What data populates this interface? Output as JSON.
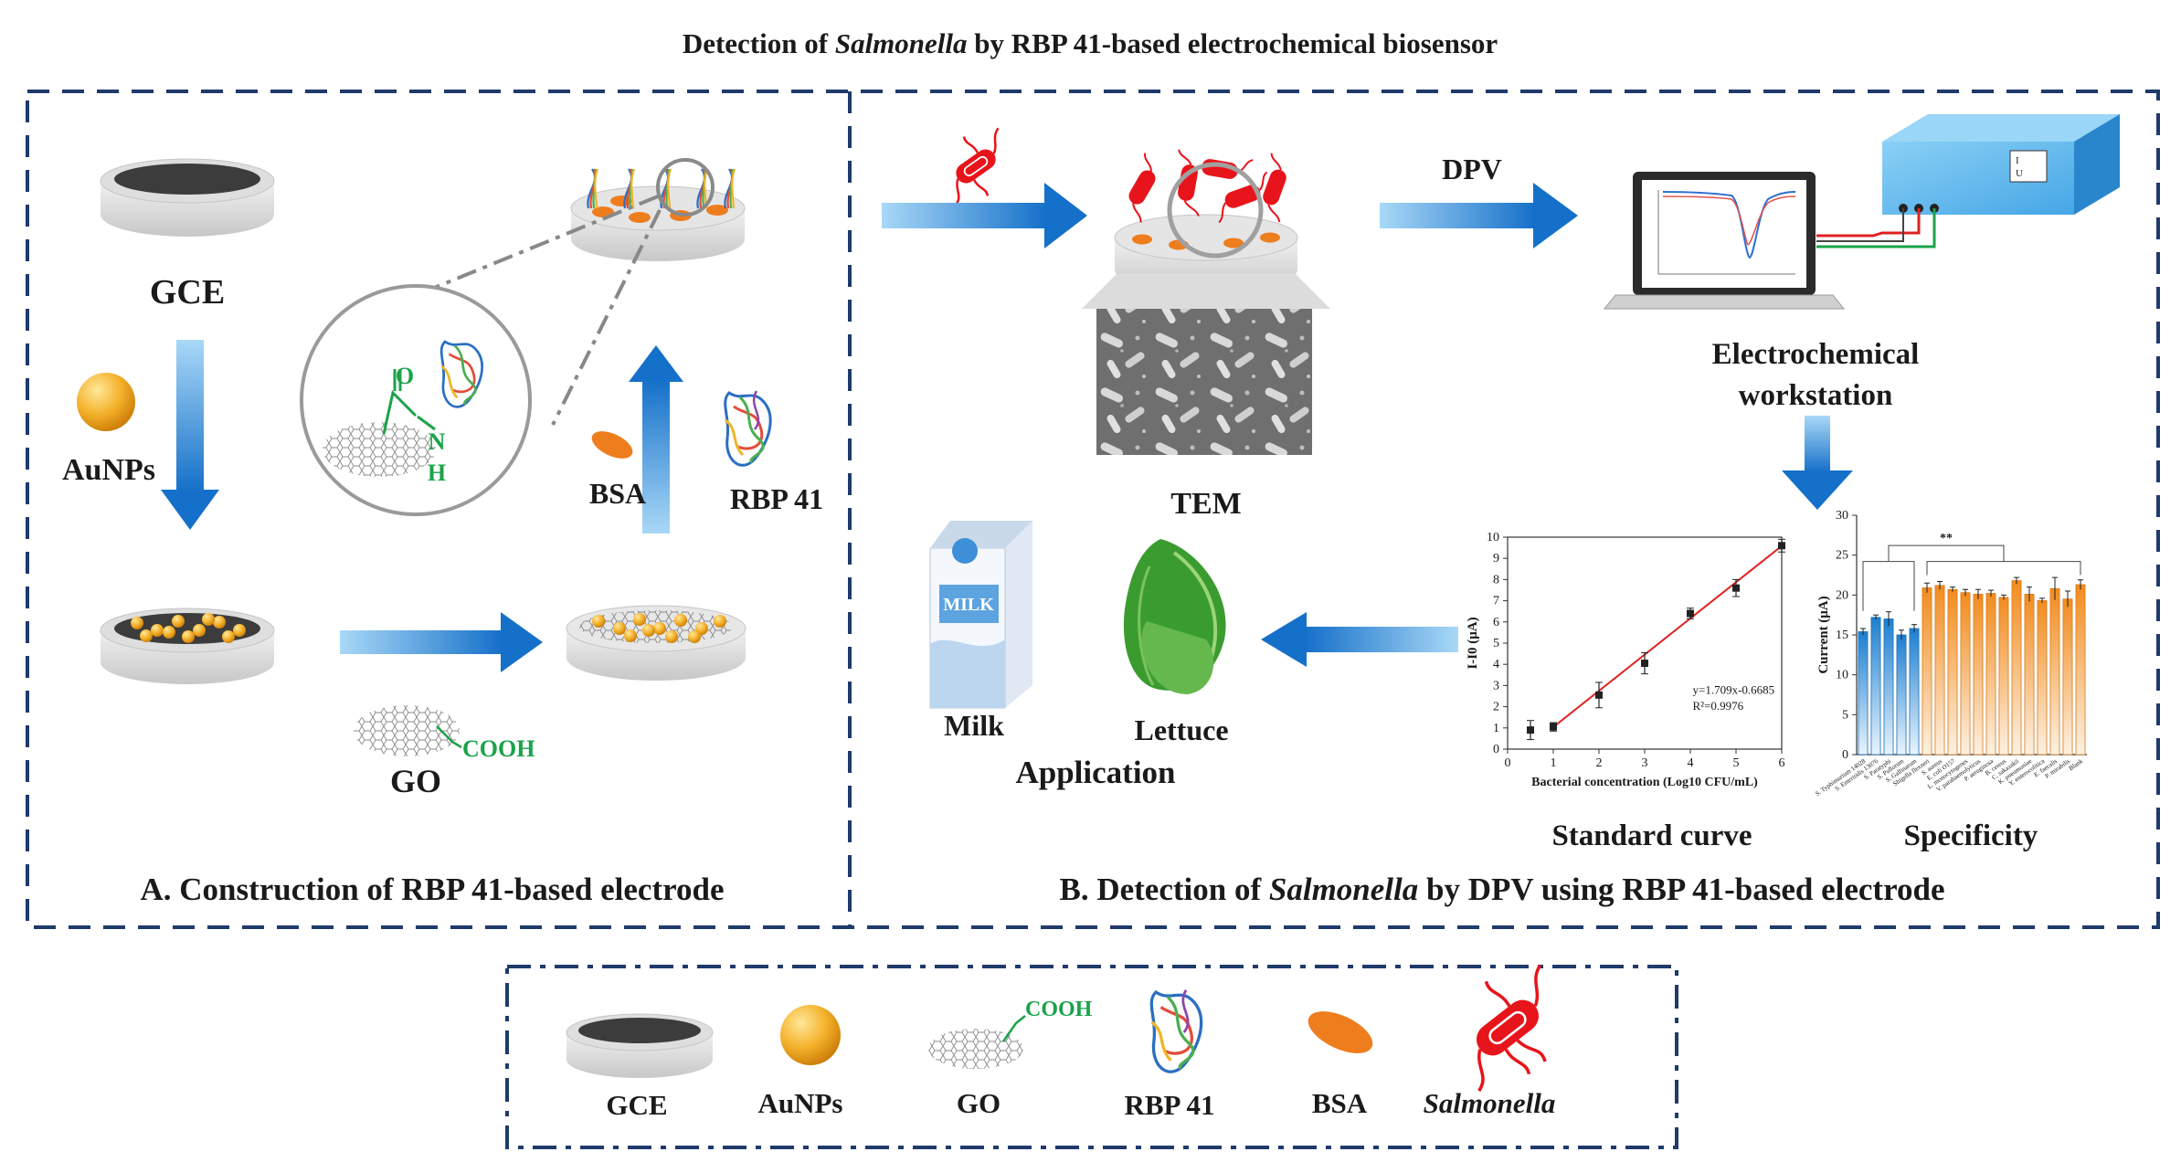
{
  "title": {
    "prefix": "Detection of ",
    "italic": "Salmonella",
    "suffix": " by RBP 41-based electrochemical biosensor"
  },
  "panel_a": {
    "caption": "A. Construction of RBP 41-based electrode",
    "labels": {
      "gce": "GCE",
      "aunps": "AuNPs",
      "go": "GO",
      "cooh": "COOH",
      "bsa": "BSA",
      "rbp41": "RBP 41",
      "amide_o": "O",
      "amide_n": "N",
      "amide_h": "H"
    }
  },
  "panel_b": {
    "caption_prefix": "B. Detection of ",
    "caption_italic": "Salmonella",
    "caption_suffix": " by DPV using RBP 41-based electrode",
    "labels": {
      "dpv": "DPV",
      "tem": "TEM",
      "workstation_line1": "Electrochemical",
      "workstation_line2": "workstation",
      "standard_curve": "Standard curve",
      "specificity": "Specificity",
      "milk": "Milk",
      "lettuce": "Lettuce",
      "application": "Application",
      "carton_text": "MILK",
      "instrument_i": "I",
      "instrument_u": "U"
    }
  },
  "legend": {
    "items": [
      "GCE",
      "AuNPs",
      "GO",
      "RBP 41",
      "BSA",
      "Salmonella"
    ],
    "cooh": "COOH"
  },
  "colors": {
    "frame": "#1f3a6b",
    "arrow": "#1e88d8",
    "gold": "#f0a020",
    "bsa": "#ee7d1e",
    "salmonella": "#e8141b",
    "fit_line": "#e02020",
    "green_text": "#1aa34a"
  },
  "chart_data": [
    {
      "type": "scatter",
      "title": "",
      "xlabel": "Bacterial concentration (Log10 CFU/mL)",
      "ylabel": "I-I0 (μA)",
      "xlim": [
        0,
        6
      ],
      "ylim": [
        0,
        10
      ],
      "x_ticks": [
        "0",
        "1",
        "2",
        "3",
        "4",
        "5",
        "6"
      ],
      "y_ticks": [
        "0",
        "1",
        "2",
        "3",
        "4",
        "5",
        "6",
        "7",
        "8",
        "9",
        "10"
      ],
      "x": [
        0.5,
        1,
        2,
        3,
        4,
        5,
        6
      ],
      "y": [
        0.9,
        1.05,
        2.55,
        4.05,
        6.4,
        7.6,
        9.6
      ],
      "error": [
        0.45,
        0.2,
        0.6,
        0.5,
        0.25,
        0.4,
        0.3
      ],
      "fit": {
        "slope": 1.709,
        "intercept": -0.6685,
        "x_range": [
          1,
          6
        ]
      },
      "annotation": [
        "y=1.709x-0.6685",
        "R²=0.9976"
      ],
      "grid": false
    },
    {
      "type": "bar",
      "title": "",
      "xlabel": "",
      "ylabel": "Current (μA)",
      "ylim": [
        0,
        30
      ],
      "y_ticks": [
        "0",
        "5",
        "10",
        "15",
        "20",
        "25",
        "30"
      ],
      "categories": [
        "S. Typhimurium 14028",
        "S. Enteritidis 13076",
        "S. Paratyphi",
        "S. Pullorum",
        "S. Gallinarum",
        "Shigella flexneri",
        "S. aureus",
        "E. coli O157",
        "L. monocytogenes",
        "V. parahaemolyticus",
        "P. aeruginosa",
        "B. cereus",
        "C. sakazakii",
        "K. pneumoniae",
        "Y. enterocolitica",
        "E. faecalis",
        "P. mirabilis",
        "Blank"
      ],
      "values": [
        15.4,
        17.2,
        17.0,
        15.0,
        15.8,
        20.9,
        21.2,
        20.7,
        20.3,
        20.1,
        20.2,
        19.7,
        21.8,
        20.1,
        19.3,
        20.8,
        19.5,
        21.3
      ],
      "errors": [
        0.4,
        0.3,
        0.9,
        0.6,
        0.5,
        0.6,
        0.5,
        0.3,
        0.4,
        0.6,
        0.4,
        0.3,
        0.4,
        0.9,
        0.3,
        1.4,
        1.0,
        0.6
      ],
      "group_colors": {
        "salmonella": "#2a8ed6",
        "non_salmonella": "#f2962d"
      },
      "significance": "**",
      "grid": false
    }
  ]
}
